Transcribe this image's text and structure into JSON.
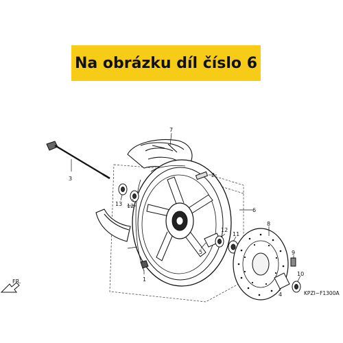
{
  "banner": {
    "text": "Na obrázku díl číslo 6"
  },
  "parts": {
    "p1": "1",
    "p2": "2",
    "p3": "3",
    "p4": "4",
    "p5": "5",
    "p6": "6",
    "p7": "7",
    "p8": "8",
    "p9": "9",
    "p10": "10",
    "p11": "11",
    "p12a": "12",
    "p12b": "12",
    "p13": "13"
  },
  "direction": {
    "label": "FR."
  },
  "diagram_code": "KPZI−F1300A"
}
